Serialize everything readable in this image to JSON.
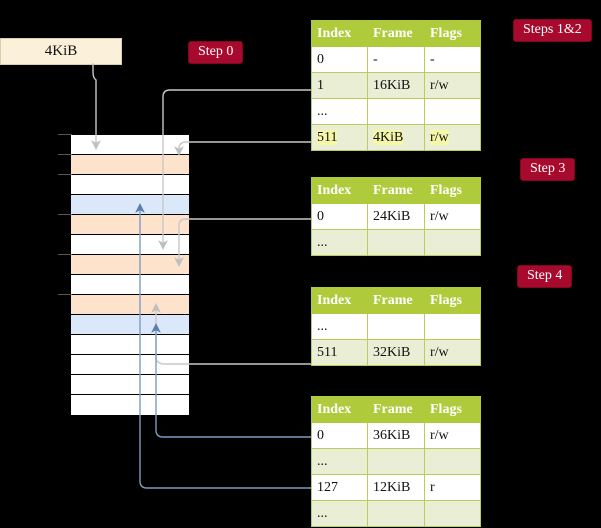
{
  "diagram": {
    "title": "multi-level page table walk",
    "background": "#000000",
    "colors": {
      "chip_bg": "#A80A2E",
      "table_header": "#AFCB3C",
      "table_alt_row": "#E9EED4",
      "highlight": "#F7F7A8",
      "frame_orange": "#FDE3CB",
      "frame_blue": "#DAE8FA",
      "source_box": "#FBF0D9",
      "wire_gray": "#C8C8C8",
      "wire_blue": "#7E9CC2"
    }
  },
  "source_box": {
    "label": "4KiB"
  },
  "chips": [
    {
      "name": "step-0",
      "label": "Step 0"
    },
    {
      "name": "steps-1-2",
      "label": "Steps 1&2"
    },
    {
      "name": "step-3",
      "label": "Step 3"
    },
    {
      "name": "step-4",
      "label": "Step 4"
    }
  ],
  "tables": [
    {
      "name": "page-table-level-0",
      "headers": [
        "Index",
        "Frame",
        "Flags"
      ],
      "rows": [
        {
          "cells": [
            "0",
            "-",
            "-"
          ],
          "style": "plain",
          "highlight": false
        },
        {
          "cells": [
            "1",
            "16KiB",
            "r/w"
          ],
          "style": "alt",
          "highlight": false
        },
        {
          "cells": [
            "...",
            "",
            ""
          ],
          "style": "plain",
          "highlight": false
        },
        {
          "cells": [
            "511",
            "4KiB",
            "r/w"
          ],
          "style": "alt",
          "highlight": true
        }
      ]
    },
    {
      "name": "page-table-level-1",
      "headers": [
        "Index",
        "Frame",
        "Flags"
      ],
      "rows": [
        {
          "cells": [
            "0",
            "24KiB",
            "r/w"
          ],
          "style": "plain",
          "highlight": false
        },
        {
          "cells": [
            "...",
            "",
            ""
          ],
          "style": "alt",
          "highlight": false
        }
      ]
    },
    {
      "name": "page-table-level-2",
      "headers": [
        "Index",
        "Frame",
        "Flags"
      ],
      "rows": [
        {
          "cells": [
            "...",
            "",
            ""
          ],
          "style": "plain",
          "highlight": false
        },
        {
          "cells": [
            "511",
            "32KiB",
            "r/w"
          ],
          "style": "alt",
          "highlight": false
        }
      ]
    },
    {
      "name": "page-table-level-3",
      "headers": [
        "Index",
        "Frame",
        "Flags"
      ],
      "rows": [
        {
          "cells": [
            "0",
            "36KiB",
            "r/w"
          ],
          "style": "plain",
          "highlight": false
        },
        {
          "cells": [
            "...",
            "",
            ""
          ],
          "style": "alt",
          "highlight": false
        },
        {
          "cells": [
            "127",
            "12KiB",
            "r"
          ],
          "style": "plain",
          "highlight": false
        },
        {
          "cells": [
            "...",
            "",
            ""
          ],
          "style": "alt",
          "highlight": false
        }
      ]
    }
  ],
  "memory_column": {
    "name": "physical-memory-column",
    "rows": [
      {
        "fill": "#ffffff"
      },
      {
        "fill": "#FDE3CB"
      },
      {
        "fill": "#ffffff"
      },
      {
        "fill": "#DAE8FA"
      },
      {
        "fill": "#FDE3CB"
      },
      {
        "fill": "#ffffff"
      },
      {
        "fill": "#FDE3CB"
      },
      {
        "fill": "#ffffff"
      },
      {
        "fill": "#FDE3CB"
      },
      {
        "fill": "#DAE8FA"
      },
      {
        "fill": "#ffffff"
      },
      {
        "fill": "#ffffff"
      },
      {
        "fill": "#ffffff"
      },
      {
        "fill": "#ffffff"
      }
    ]
  }
}
